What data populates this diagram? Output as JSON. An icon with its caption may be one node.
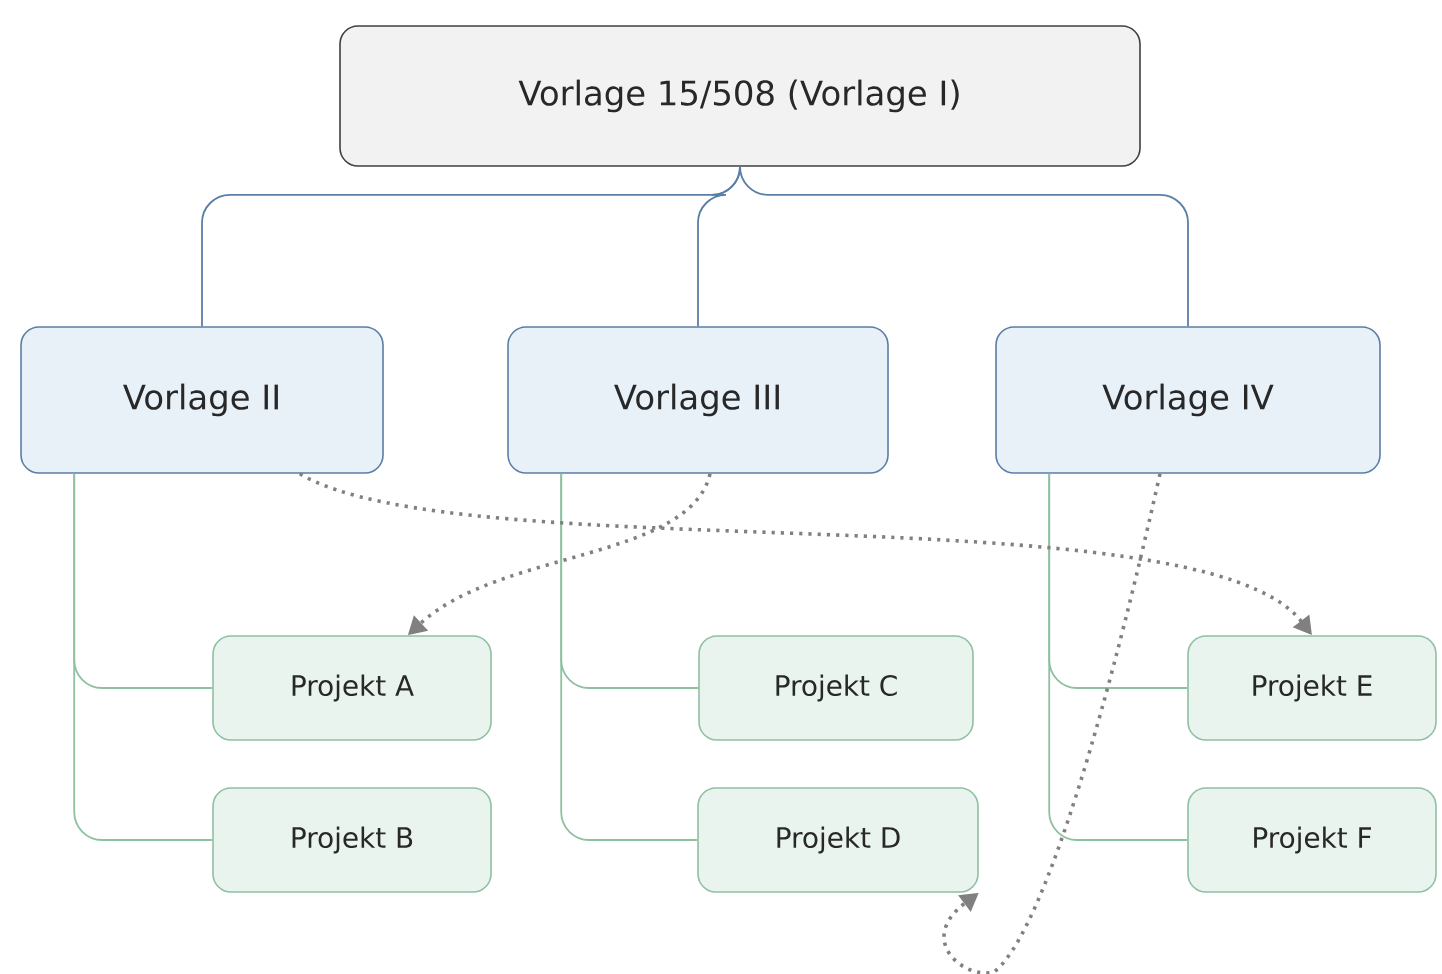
{
  "diagram": {
    "nodes": [
      {
        "text": [
          "Vorlage 15/508 (Vorlage I)"
        ]
      },
      {
        "text": [
          "Vorlage II"
        ]
      },
      {
        "text": [
          "Vorlage III"
        ]
      },
      {
        "text": [
          "Vorlage IV"
        ]
      },
      {
        "text": [
          "Projekt A"
        ]
      },
      {
        "text": [
          "Projekt B"
        ]
      },
      {
        "text": [
          "Projekt C"
        ]
      },
      {
        "text": [
          "Projekt D"
        ]
      },
      {
        "text": [
          "Projekt E"
        ]
      },
      {
        "text": [
          "Projekt F"
        ]
      }
    ],
    "edges": [
      {
        "from": 0,
        "to": 1,
        "arrow": "none",
        "color": "#5b7ea6"
      },
      {
        "from": 0,
        "to": 2,
        "arrow": "none",
        "color": "#5b7ea6"
      },
      {
        "from": 0,
        "to": 3,
        "arrow": "none",
        "color": "#5b7ea6"
      },
      {
        "from": 1,
        "to": 4,
        "arrow": "none"
      },
      {
        "from": 1,
        "to": 5,
        "arrow": "none"
      },
      {
        "from": 2,
        "to": 6,
        "arrow": "none"
      },
      {
        "from": 2,
        "to": 7,
        "arrow": "none"
      },
      {
        "from": 3,
        "to": 8,
        "arrow": "none"
      },
      {
        "from": 3,
        "to": 9,
        "arrow": "none"
      },
      {
        "from": 1,
        "to": 8,
        "arrow": "to",
        "style": "dashed",
        "color": "#808080"
      },
      {
        "from": 2,
        "to": 4,
        "arrow": "to",
        "style": "dashed",
        "color": "#808080"
      },
      {
        "from": 3,
        "to": 7,
        "arrow": "to",
        "style": "dashed",
        "color": "#808080"
      }
    ]
  }
}
